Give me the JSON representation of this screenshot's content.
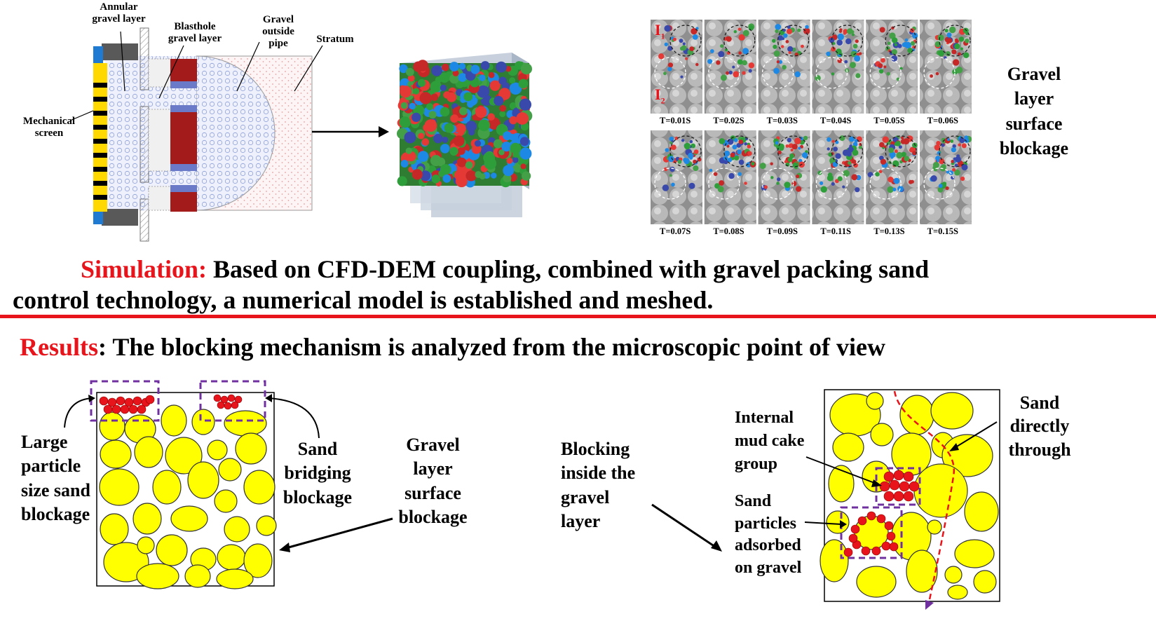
{
  "model_labels": {
    "annular": "Annular gravel layer",
    "blasthole": "Blasthole gravel layer",
    "gravel_outside": "Gravel outside pipe",
    "stratum": "Stratum",
    "screen": "Mechanical screen"
  },
  "snapshot": {
    "marker_1": "I",
    "marker_1_sub": "1",
    "marker_2": "I",
    "marker_2_sub": "2",
    "times_row1": [
      "T=0.01S",
      "T=0.02S",
      "T=0.03S",
      "T=0.04S",
      "T=0.05S",
      "T=0.06S"
    ],
    "times_row2": [
      "T=0.07S",
      "T=0.08S",
      "T=0.09S",
      "T=0.11S",
      "T=0.13S",
      "T=0.15S"
    ],
    "side_label": "Gravel layer surface blockage"
  },
  "simulation": {
    "prefix": "Simulation:",
    "line1": " Based on CFD-DEM coupling, combined with gravel packing sand",
    "line2": "control technology, a numerical model is established and meshed."
  },
  "results": {
    "prefix": "Results",
    "text": ": The blocking mechanism is analyzed from the microscopic point of view"
  },
  "left_panel": {
    "large_particle": "Large particle size sand blockage",
    "sand_bridging": "Sand bridging blockage",
    "surface_blockage": "Gravel layer surface blockage"
  },
  "right_panel": {
    "inside": "Blocking inside the gravel layer",
    "mud_cake": "Internal mud cake group",
    "adsorbed": "Sand particles adsorbed on gravel",
    "through": "Sand directly through"
  },
  "colors": {
    "accent_red": "#e8141b",
    "gravel_yellow": "#ffff00",
    "sand_red": "#e8141b",
    "box_purple": "#7030a0"
  }
}
